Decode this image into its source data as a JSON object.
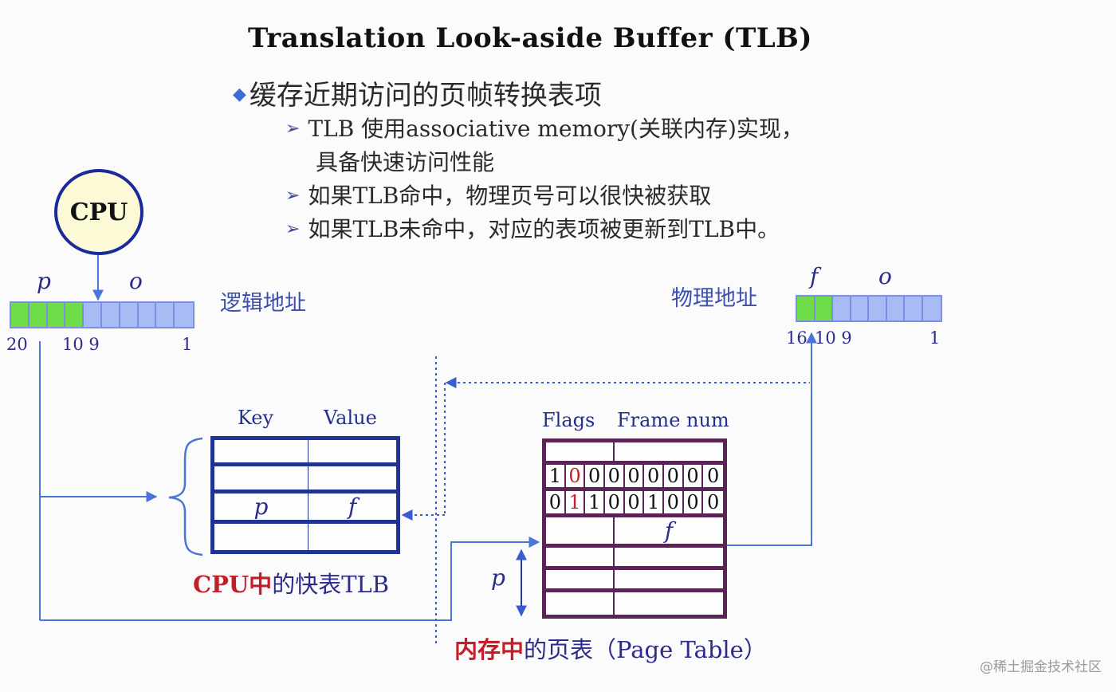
{
  "title": "Translation Look-aside Buffer (TLB)",
  "bullet": "缓存近期访问的页帧转换表项",
  "sub_bullets": [
    {
      "line1": "TLB 使用associative memory(关联内存)实现，",
      "line2": "具备快速访问性能"
    },
    {
      "line1": "如果TLB命中，物理页号可以很快被获取"
    },
    {
      "line1": "如果TLB未命中，对应的表项被更新到TLB中。"
    }
  ],
  "cpu_label": "CPU",
  "logical_address": {
    "label": "逻辑地址",
    "p": "p",
    "o": "o",
    "bits_hi": "20",
    "bits_mid": "10 9",
    "bits_lo": "1"
  },
  "physical_address": {
    "label": "物理地址",
    "f": "f",
    "o": "o",
    "bits_hi": "16",
    "bits_mid": "10 9",
    "bits_lo": "1"
  },
  "tlb": {
    "header_key": "Key",
    "header_value": "Value",
    "entry_key": "p",
    "entry_value": "f",
    "caption_red": "CPU中",
    "caption_rest": "的快表TLB"
  },
  "page_table": {
    "header_flags": "Flags",
    "header_frame": "Frame num",
    "row1": [
      "1",
      "0",
      "0",
      "0",
      "0",
      "0",
      "0",
      "0",
      "0"
    ],
    "row2": [
      "0",
      "1",
      "1",
      "0",
      "0",
      "1",
      "0",
      "0",
      "0"
    ],
    "frame_entry": "f",
    "p_label": "p",
    "caption_red": "内存中",
    "caption_rest": "的页表（Page Table）"
  },
  "watermark": "@稀土掘金技术社区",
  "colors": {
    "accent_blue": "#3b6fd6",
    "line_blue": "#4a74d8",
    "tlb_border": "#1f3394",
    "page_table_border": "#5a2454",
    "highlight_red": "#c21f2a",
    "register_green": "#6fdc4a",
    "register_blue": "#a9bbf5"
  }
}
